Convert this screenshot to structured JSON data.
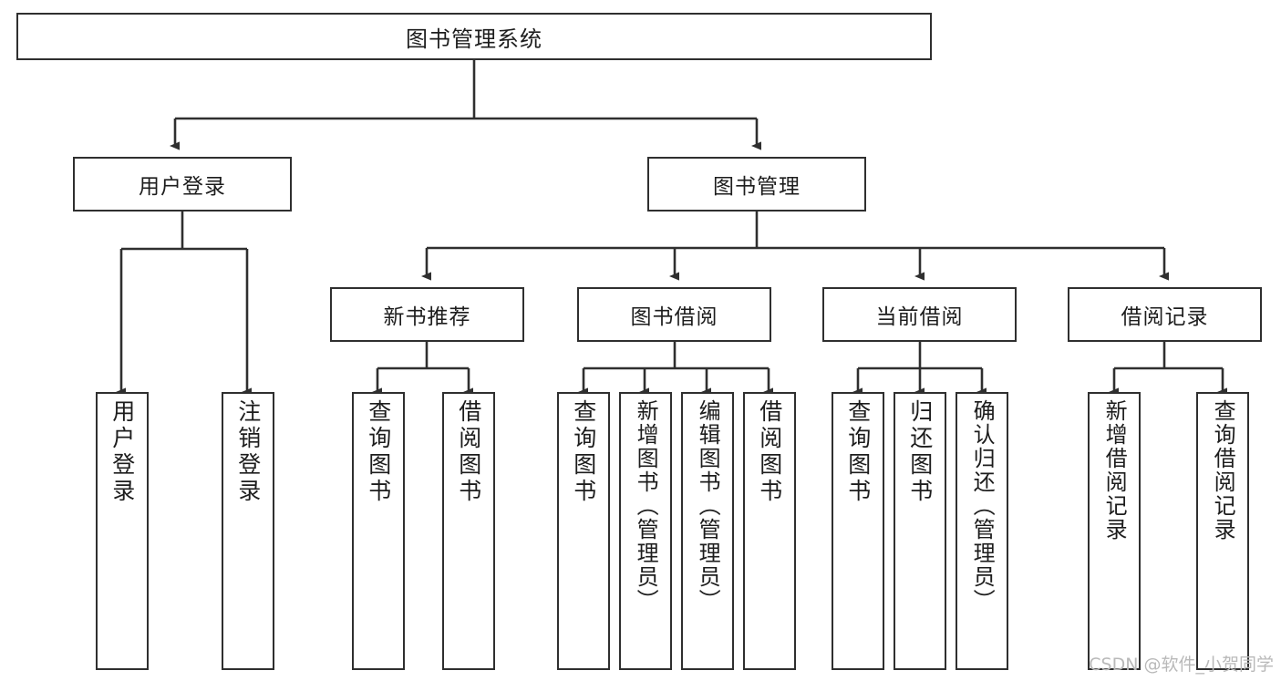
{
  "diagram": {
    "type": "tree",
    "title": "图书管理系统",
    "root": {
      "label": "图书管理系统"
    },
    "level1": [
      {
        "label": "用户登录"
      },
      {
        "label": "图书管理"
      }
    ],
    "level2": [
      {
        "label": "新书推荐",
        "parent": "图书管理"
      },
      {
        "label": "图书借阅",
        "parent": "图书管理"
      },
      {
        "label": "当前借阅",
        "parent": "图书管理"
      },
      {
        "label": "借阅记录",
        "parent": "图书管理"
      }
    ],
    "leaves": [
      {
        "label": "用户登录",
        "parent": "用户登录"
      },
      {
        "label": "注销登录",
        "parent": "用户登录"
      },
      {
        "label": "查询图书",
        "parent": "新书推荐"
      },
      {
        "label": "借阅图书",
        "parent": "新书推荐"
      },
      {
        "label": "查询图书",
        "parent": "图书借阅"
      },
      {
        "label": "新增图书（管理员）",
        "parent": "图书借阅"
      },
      {
        "label": "编辑图书（管理员）",
        "parent": "图书借阅"
      },
      {
        "label": "借阅图书",
        "parent": "图书借阅"
      },
      {
        "label": "查询图书",
        "parent": "当前借阅"
      },
      {
        "label": "归还图书",
        "parent": "当前借阅"
      },
      {
        "label": "确认归还（管理员）",
        "parent": "当前借阅"
      },
      {
        "label": "新增借阅记录",
        "parent": "借阅记录"
      },
      {
        "label": "查询借阅记录",
        "parent": "借阅记录"
      }
    ]
  },
  "watermark": {
    "text": "CSDN @软件_小贺同学"
  },
  "colors": {
    "stroke": "#2f2f2f",
    "background": "#ffffff",
    "text": "#1d1d1d",
    "watermark": "#b9b9b9"
  }
}
